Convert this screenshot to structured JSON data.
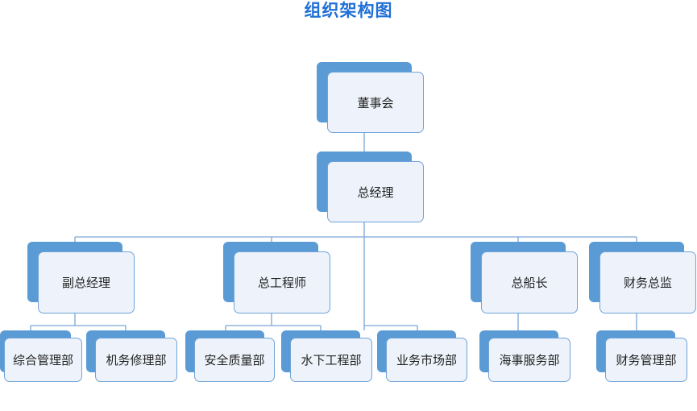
{
  "title": "组织架构图",
  "nodes": {
    "board": "董事会",
    "gm": "总经理",
    "deputy_gm": "副总经理",
    "chief_engineer": "总工程师",
    "captain": "总船长",
    "finance_director": "财务总监",
    "general_management": "综合管理部",
    "maintenance": "机务修理部",
    "safety_quality": "安全质量部",
    "underwater_engineering": "水下工程部",
    "business_market": "业务市场部",
    "marine_services": "海事服务部",
    "finance_management": "财务管理部"
  },
  "colors": {
    "title": "#1f6fd6",
    "box_back": "#5b9bd5",
    "box_front": "#eef3fb",
    "border": "#6fa3d8",
    "line": "#7aa8d6"
  }
}
